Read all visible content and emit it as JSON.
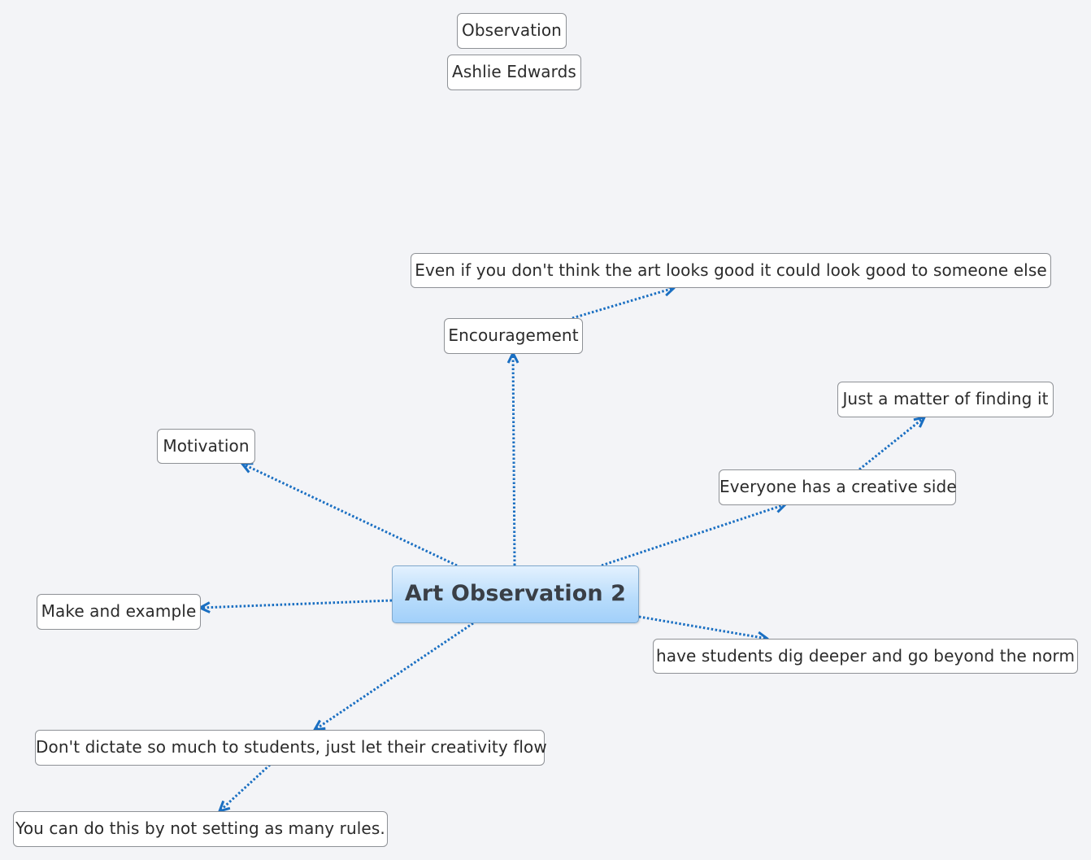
{
  "diagram": {
    "central": "Art Observation 2",
    "header_nodes": [
      "Observation",
      "Ashlie Edwards"
    ],
    "topics": {
      "encouragement": "Encouragement",
      "encouragement_detail": "Even if you don't think the art looks good it could look good to someone else",
      "motivation": "Motivation",
      "creative_side": "Everyone has a creative side",
      "finding_it": "Just a matter of finding it",
      "make_example": "Make and example",
      "dig_deeper": "have students dig deeper and go beyond the norm",
      "dont_dictate": "Don't dictate so much to students, just let their creativity flow",
      "fewer_rules": "You can do this by not setting as many rules."
    },
    "connector_color": "#1a6fc2"
  }
}
